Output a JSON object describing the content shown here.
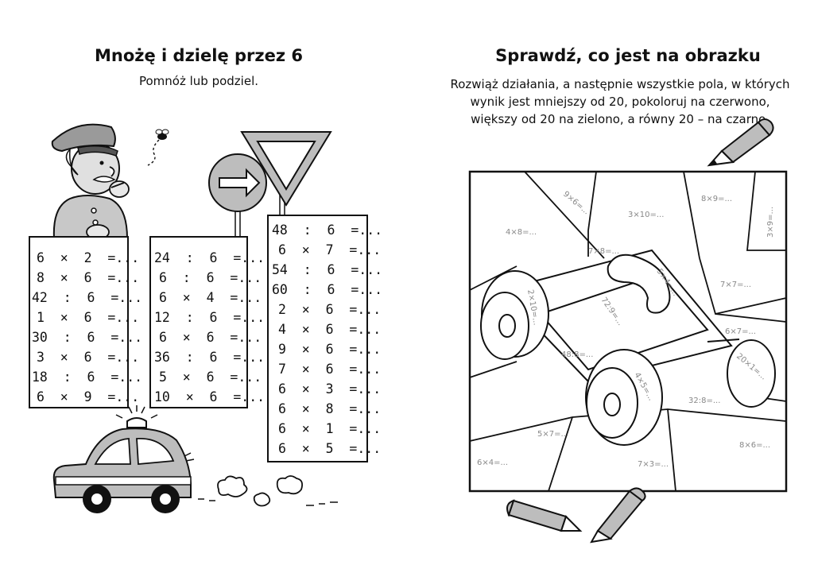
{
  "left_page": {
    "title": "Mnożę i dzielę przez 6",
    "subtitle": "Pomnóż lub podziel.",
    "columns": [
      [
        "6  ×  2  =...",
        "8  ×  6  =...",
        "42  :  6  =...",
        "1  ×  6  =...",
        "30  :  6  =...",
        "3  ×  6  =...",
        "18  :  6  =...",
        "6  ×  9  =..."
      ],
      [
        "24  :  6  =...",
        "6  :  6  =...",
        "6  ×  4  =...",
        "12  :  6  =...",
        "6  ×  6  =...",
        "36  :  6  =...",
        "5  ×  6  =...",
        "10  ×  6  =..."
      ],
      [
        "48  :  6  =...",
        "6  ×  7  =...",
        "54  :  6  =...",
        "60  :  6  =...",
        "2  ×  6  =...",
        "4  ×  6  =...",
        "9  ×  6  =...",
        "7  ×  6  =...",
        "6  ×  3  =...",
        "6  ×  8  =...",
        "6  ×  1  =...",
        "6  ×  5  =..."
      ]
    ],
    "icons": [
      "policeman-icon",
      "bee-icon",
      "one-way-sign-icon",
      "yield-sign-icon",
      "police-car-icon",
      "exhaust-smoke-icon"
    ]
  },
  "right_page": {
    "title": "Sprawdź, co jest na obrazku",
    "instruction_lines": [
      "Rozwiąż działania, a następnie wszystkie pola, w których",
      "wynik jest mniejszy od 20, pokoloruj na czerwono,",
      "większy od 20 na zielono, a równy 20 – na czarno."
    ],
    "cells": [
      "9×6=...",
      "3×10=...",
      "8×9=...",
      "3×9=...",
      "4×8=...",
      "7×8=...",
      "5×4=...",
      "7×7=...",
      "2×10=...",
      "72:9=...",
      "6×7=...",
      "48:8=...",
      "20×1=...",
      "4×5=...",
      "32:8=...",
      "5×7=...",
      "8×6=...",
      "6×4=...",
      "7×3=..."
    ],
    "icons": [
      "pencil-icon",
      "coloring-picture-car-icon",
      "pencils-icon"
    ]
  },
  "colors": {
    "ink": "#111111",
    "shade": "#bdbdbd",
    "label_gray": "#888888"
  }
}
